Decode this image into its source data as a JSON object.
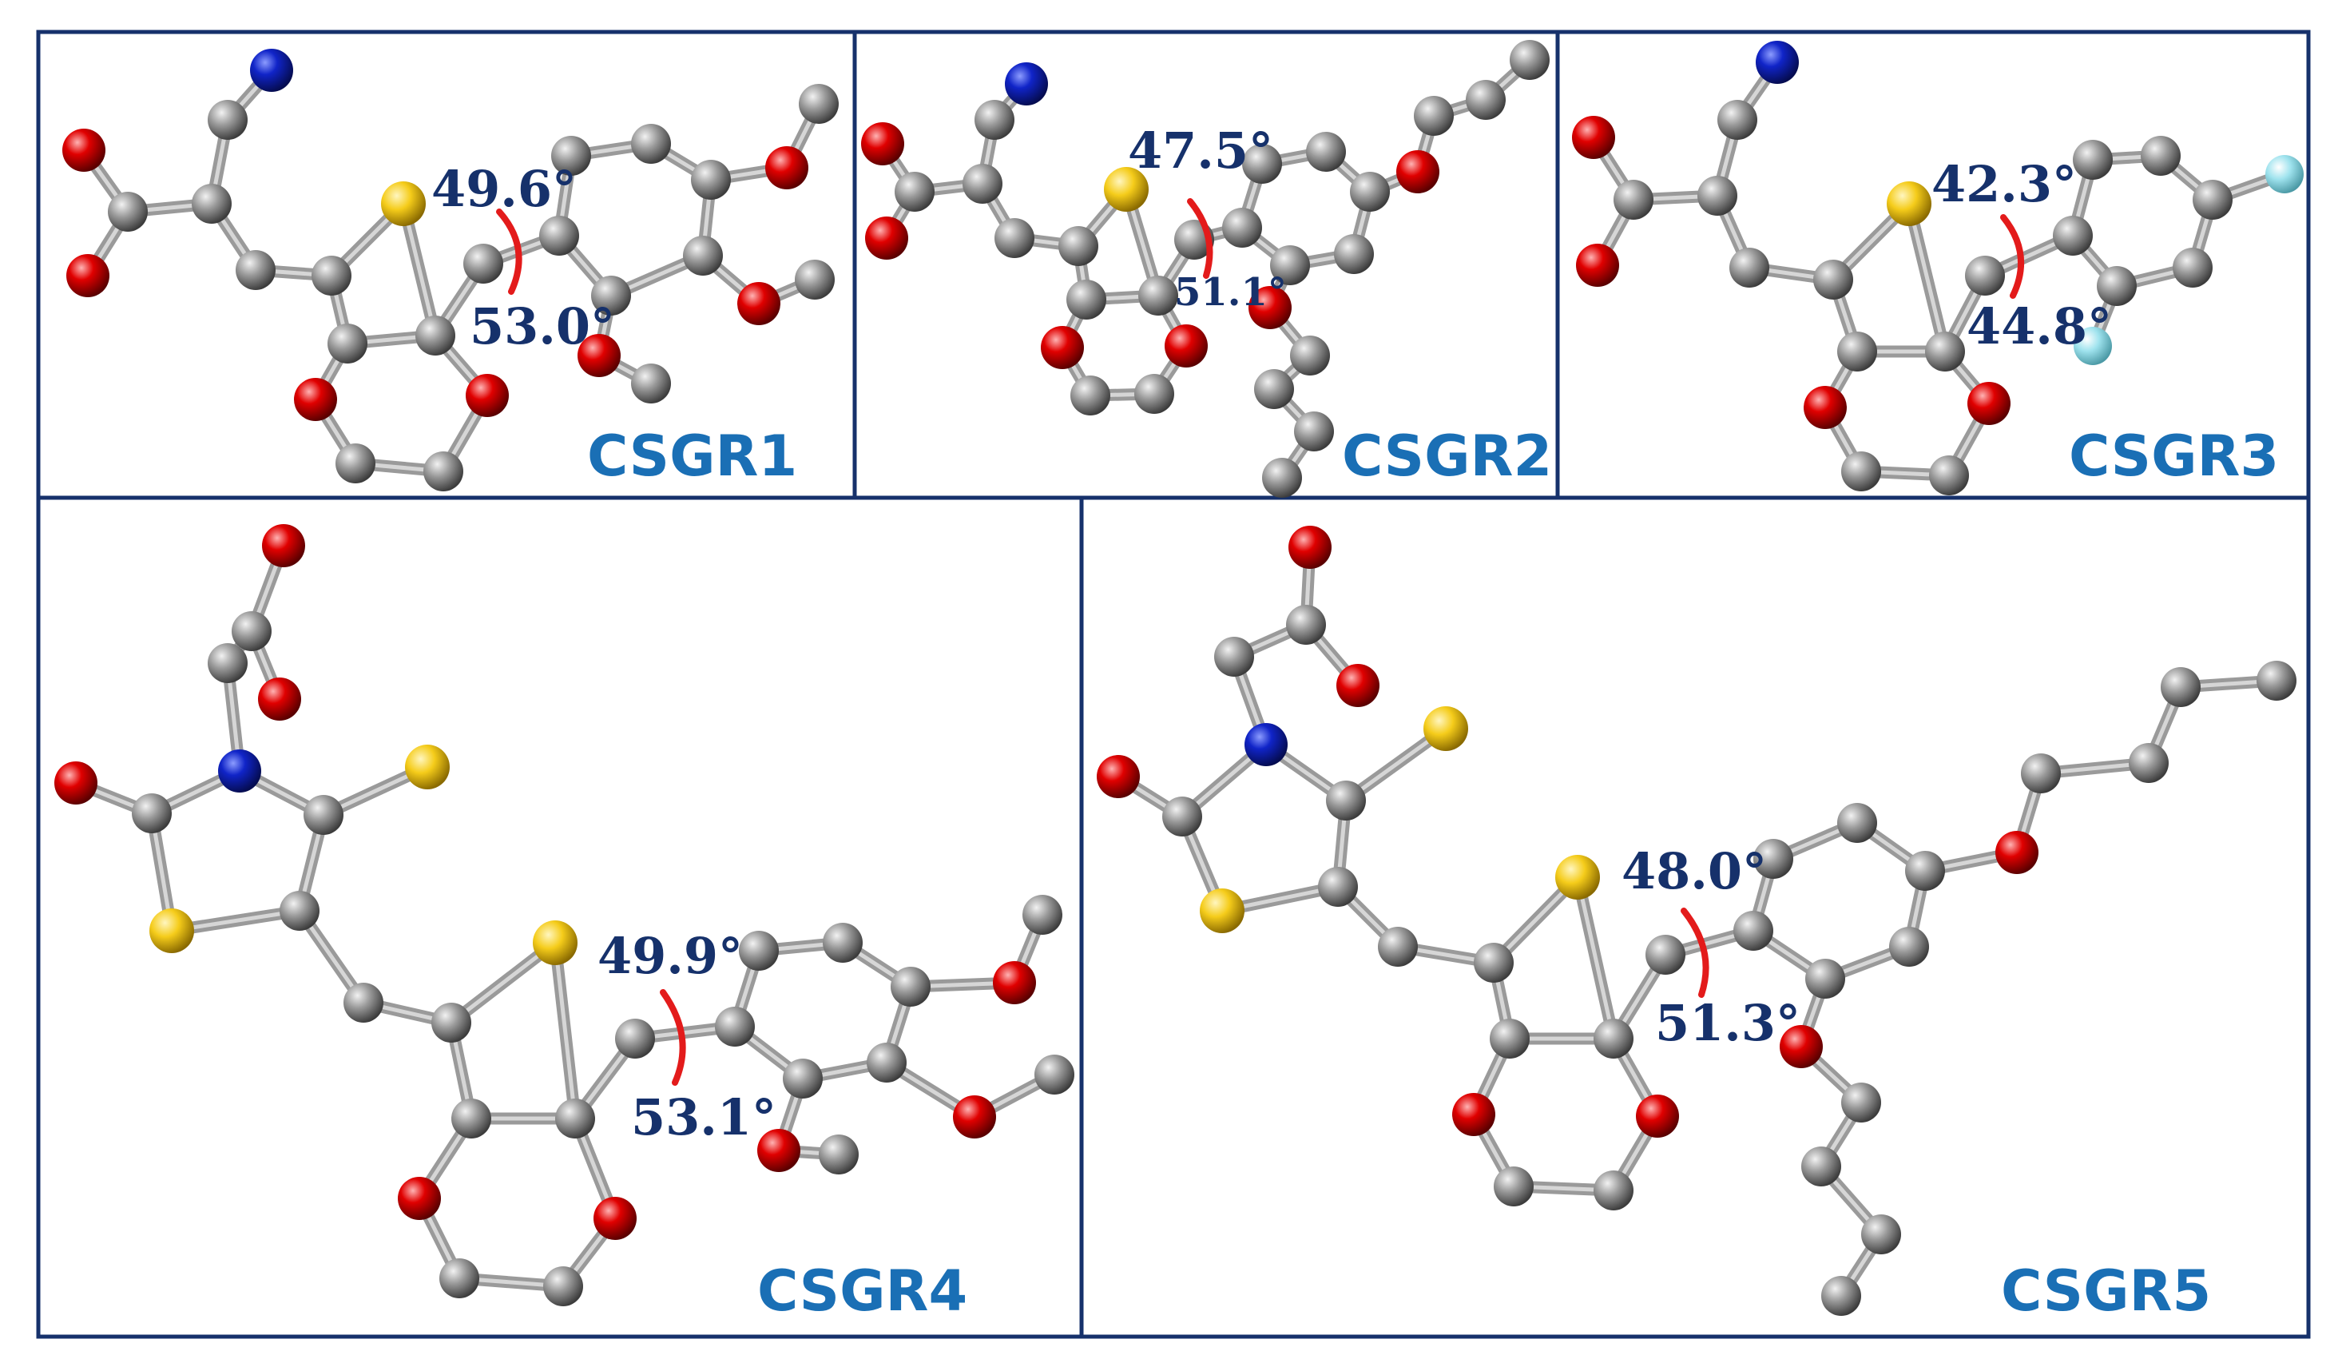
{
  "colors": {
    "frame": "#16316b",
    "carbon": "#8f8f8f",
    "oxygen": "#e00000",
    "nitrogen": "#1024c8",
    "sulfur": "#f5cc1a",
    "fluorine": "#9fe3ee",
    "angle_arc": "#e31b1b",
    "label": "#1a6fb5",
    "angle_text": "#16316b"
  },
  "panels": [
    {
      "id": "CSGR1",
      "label": "CSGR1",
      "angles": [
        "49.6°",
        "53.0°"
      ]
    },
    {
      "id": "CSGR2",
      "label": "CSGR2",
      "angles": [
        "47.5°",
        "51.1°"
      ]
    },
    {
      "id": "CSGR3",
      "label": "CSGR3",
      "angles": [
        "42.3°",
        "44.8°"
      ]
    },
    {
      "id": "CSGR4",
      "label": "CSGR4",
      "angles": [
        "49.9°",
        "53.1°"
      ]
    },
    {
      "id": "CSGR5",
      "label": "CSGR5",
      "angles": [
        "48.0°",
        "51.3°"
      ]
    }
  ]
}
